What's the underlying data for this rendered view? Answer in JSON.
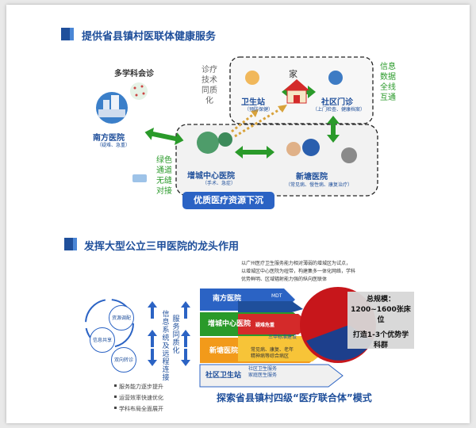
{
  "section1": {
    "title": "提供省县镇村医联体健康服务",
    "mdt": "多学科会诊",
    "nanfang": {
      "name": "南方医院",
      "sub": "（疑难、急重）"
    },
    "zengcheng": {
      "name": "增城中心医院",
      "sub": "（手术、急症）"
    },
    "xintang": {
      "name": "新塘医院",
      "sub": "（常见病、慢性病、康复治疗）"
    },
    "weisheng": {
      "name": "卫生站",
      "sub": "（预防保健）"
    },
    "shequ": {
      "name": "社区门诊",
      "sub": "（上门检查、健康档案）"
    },
    "home": "家",
    "zhenliao": [
      "诊疗",
      "技术",
      "同质",
      "化"
    ],
    "xinxi": [
      "信息",
      "数据",
      "全线",
      "互通"
    ],
    "lvse": [
      "绿色",
      "通道",
      "无缝",
      "对接"
    ],
    "pill": "优质医疗资源下沉"
  },
  "section2": {
    "title": "发挥大型公立三甲医院的龙头作用",
    "intro": [
      "以广州医疗卫生服务能力相对薄弱的增城区为试点，",
      "以增城区中心医院为纽带，构建集多一体化网络，学科",
      "优势鲜明、区域辐射能力强的纵向医联体"
    ],
    "circles": [
      "资源调配",
      "信息共享",
      "双向转诊"
    ],
    "left_vert": [
      "信息系统及远程连接"
    ],
    "mid_vert": [
      "服务同质化"
    ],
    "tiers": [
      {
        "name": "南方医院",
        "tag": "MDT"
      },
      {
        "name": "增城中心医院",
        "tag": "疑难危重"
      },
      {
        "name": "新塘医院",
        "tag": "三甲标准建设"
      },
      {
        "name": "社区卫生站",
        "tag": "社区卫生服务"
      }
    ],
    "tier3_tags": [
      "常见病、康复、老年",
      "精神病等综合病区"
    ],
    "tier4_tags": [
      "社区卫生服务",
      "家庭医生服务"
    ],
    "stats": {
      "l1": "总规模：",
      "l2": "1200~1600张床位",
      "l3": "打造1-3个优势学",
      "l4": "科群"
    },
    "bullets": [
      "服务能力逐步提升",
      "运营效率快速优化",
      "学科布局全面展开"
    ],
    "bottom_title": "探索省县镇村四级“医疗联合体”模式"
  },
  "colors": {
    "blue": "#1f4f9b",
    "green": "#2a9a2a",
    "red": "#d42a2a",
    "orange": "#f29a1a"
  }
}
